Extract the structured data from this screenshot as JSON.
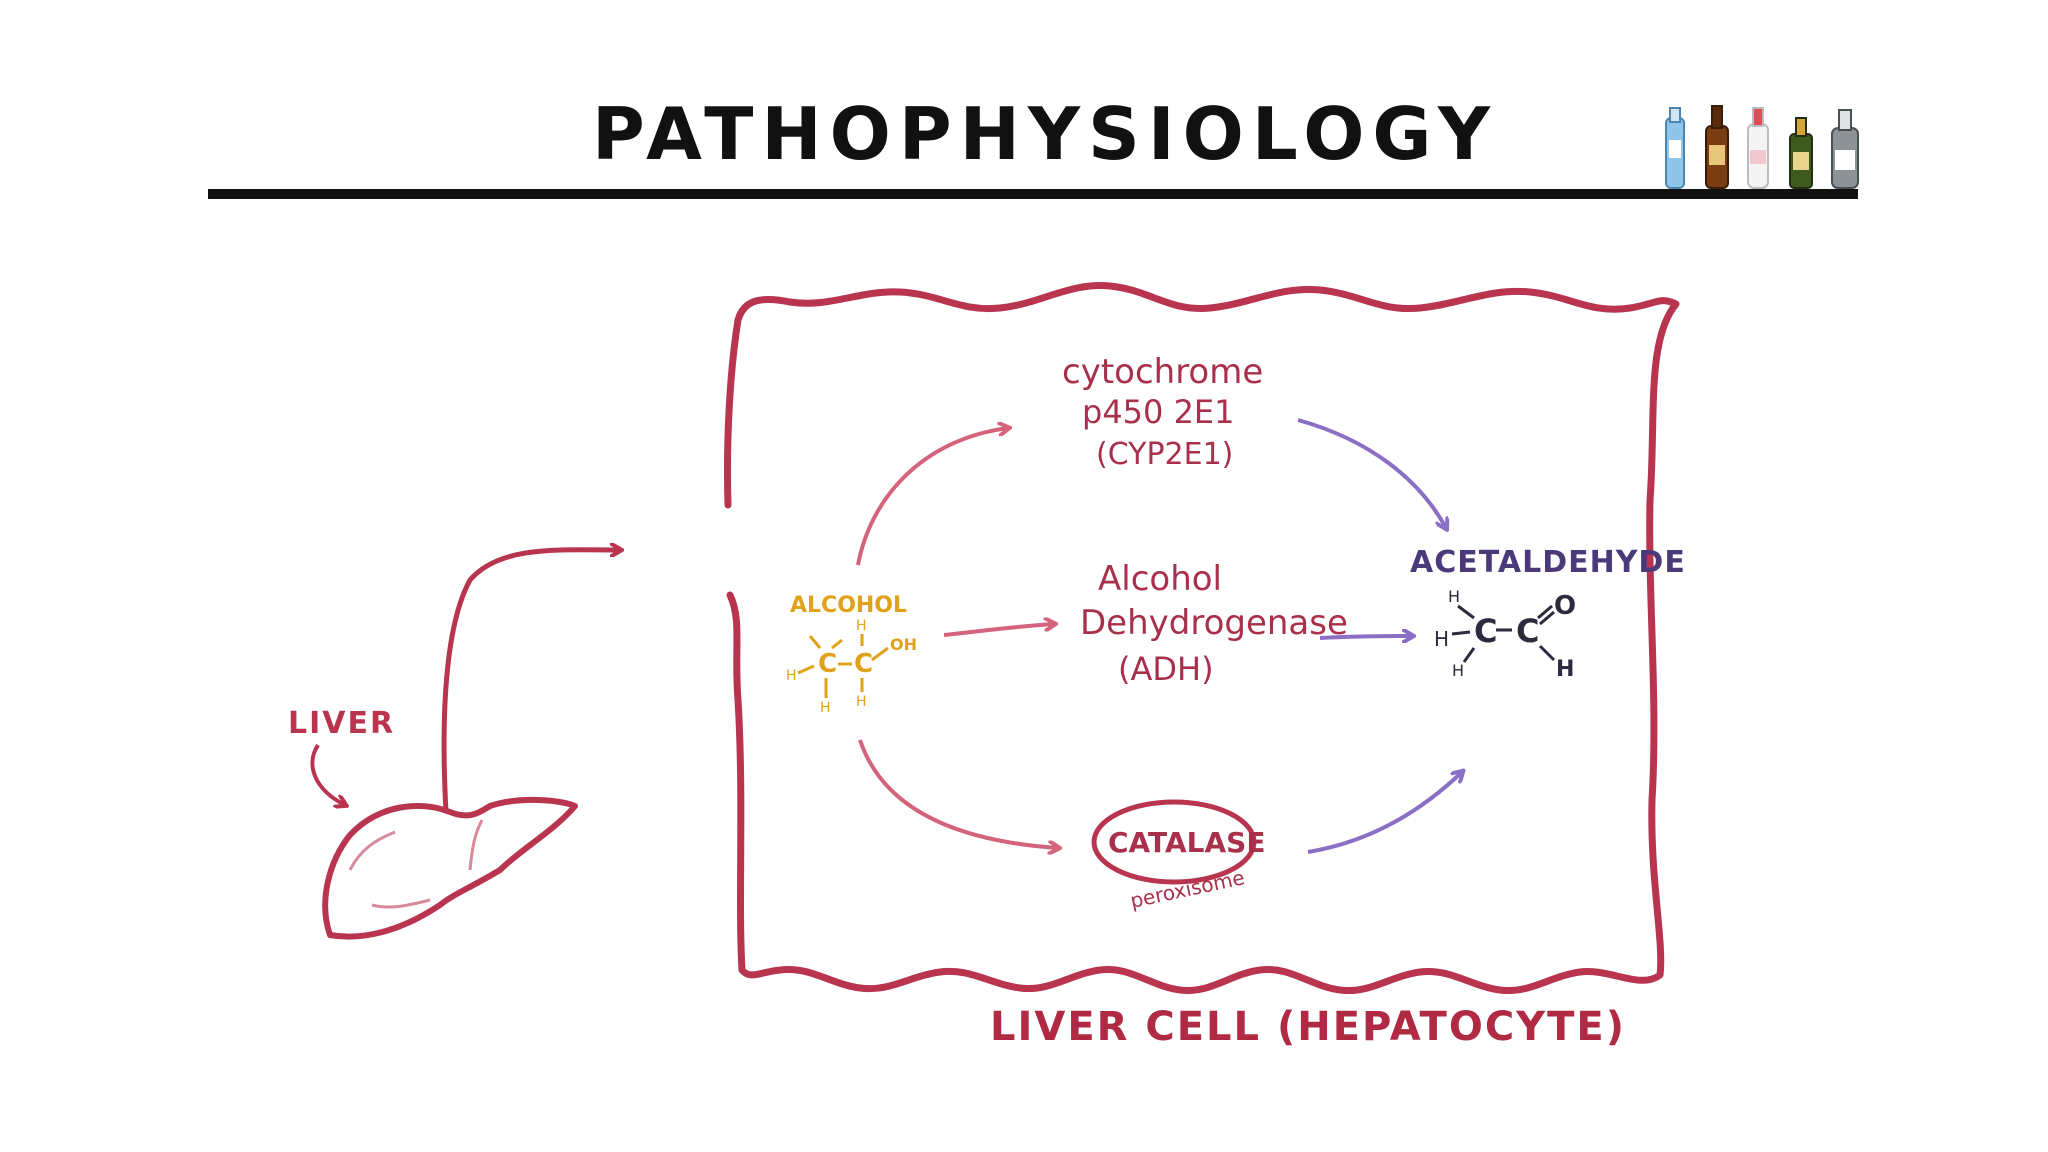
{
  "slide": {
    "title": "PATHOPHYSIOLOGY"
  },
  "labels": {
    "liver": "LIVER",
    "alcohol": "ALCOHOL",
    "cyp_line1": "cytochrome",
    "cyp_line2": "p450 2E1",
    "cyp_line3": "(CYP2E1)",
    "adh_line1": "Alcohol",
    "adh_line2": "Dehydrogenase",
    "adh_line3": "(ADH)",
    "catalase": "CATALASE",
    "peroxisome": "peroxisome",
    "acetaldehyde": "ACETALDEHYDE",
    "cell_caption": "LIVER CELL (HEPATOCYTE)"
  },
  "molecules": {
    "alcohol": {
      "carbon_1": "C",
      "carbon_2": "C",
      "hydroxyl": "OH",
      "hydrogen": "H"
    },
    "acetaldehyde": {
      "carbon_1": "C",
      "carbon_2": "C",
      "oxygen": "O",
      "hydrogen": "H"
    }
  },
  "colors": {
    "membrane": "#b8344f",
    "label_red": "#a8304a",
    "arrow_pink": "#d4637c",
    "arrow_purple": "#8b6fc4",
    "alcohol_orange": "#e0a21a",
    "acetaldehyde_purple": "#4a3a7a",
    "caption_red": "#b02a44"
  },
  "icons": [
    "bottle-blue-icon",
    "bottle-brown-icon",
    "bottle-white-icon",
    "bottle-green-icon",
    "bottle-gray-icon"
  ]
}
